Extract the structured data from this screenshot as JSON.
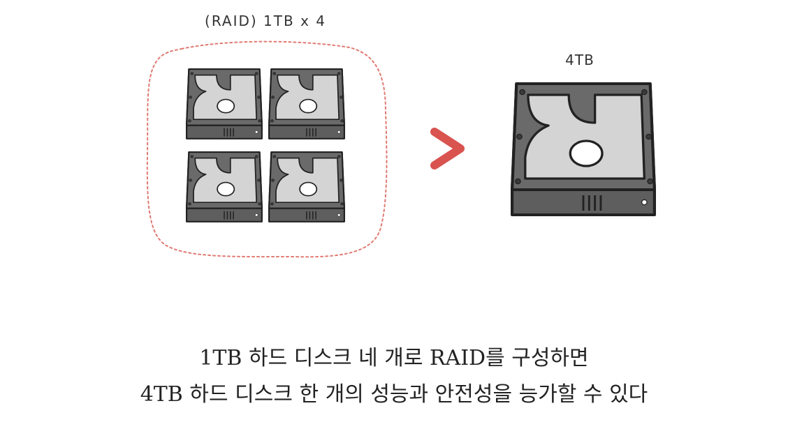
{
  "diagram": {
    "group_label": "(RAID) 1TB x 4",
    "result_label": "4TB",
    "comparison_symbol": "greater-than",
    "colors": {
      "accent": "#d9534f",
      "dashed_border": "#e07a72",
      "drive_body": "#5e5e5e",
      "drive_rim": "#4a4a4a",
      "platter_area": "#d4d4d4",
      "outline": "#222222"
    },
    "small_drive_count": 4
  },
  "caption": {
    "line1": "1TB 하드 디스크 네 개로 RAID를 구성하면",
    "line2": "4TB 하드 디스크 한 개의 성능과 안전성을 능가할 수 있다"
  }
}
